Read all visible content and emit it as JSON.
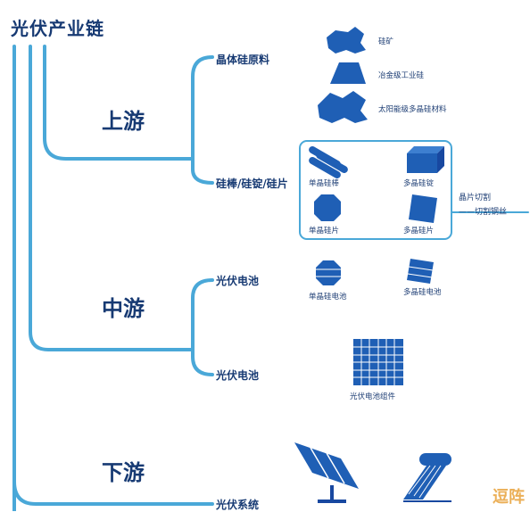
{
  "title": "光伏产业链",
  "stages": {
    "upstream": "上游",
    "midstream": "中游",
    "downstream": "下游"
  },
  "branches": {
    "raw_material": "晶体硅原料",
    "rod_ingot_wafer": "硅棒/硅锭/硅片",
    "pv_cell": "光伏电池",
    "pv_module": "光伏电池",
    "pv_system": "光伏系统"
  },
  "items": {
    "silicon_ore": "硅矿",
    "metallurgical_silicon": "冶金级工业硅",
    "solar_poly_material": "太阳能级多晶硅材料",
    "mono_rod": "单晶硅棒",
    "multi_ingot": "多晶硅锭",
    "mono_wafer": "单晶硅片",
    "multi_wafer": "多晶硅片",
    "mono_cell": "单晶硅电池",
    "multi_cell": "多晶硅电池",
    "pv_module_component": "光伏电池组件"
  },
  "note": {
    "line1": "晶片切割",
    "line2": "——切割钢丝"
  },
  "watermark": "逗阵",
  "colors": {
    "line": "#4aa8d8",
    "title": "#173a73",
    "shape": "#1f5fb5",
    "shape_dark": "#1848a0",
    "box": "#4aa8d8"
  }
}
